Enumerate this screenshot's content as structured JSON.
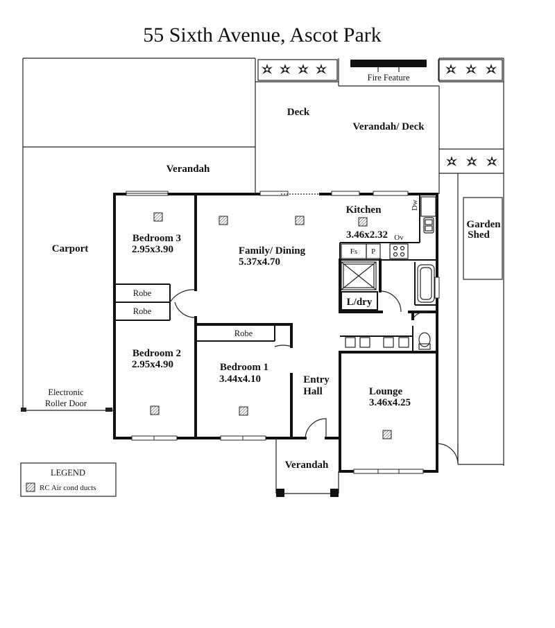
{
  "title": "55 Sixth Avenue,  Ascot Park",
  "areas": {
    "fire_feature": "Fire Feature",
    "deck": "Deck",
    "verandah_deck": "Verandah/ Deck",
    "verandah_top": "Verandah",
    "carport": "Carport",
    "garden_shed_1": "Garden",
    "garden_shed_2": "Shed",
    "electronic_1": "Electronic",
    "electronic_2": "Roller Door",
    "verandah_front": "Verandah"
  },
  "rooms": {
    "bedroom3": {
      "name": "Bedroom 3",
      "size": "2.95x3.90"
    },
    "family": {
      "name": "Family/ Dining",
      "size": "5.37x4.70"
    },
    "kitchen": {
      "name": "Kitchen",
      "size": "3.46x2.32"
    },
    "bedroom2": {
      "name": "Bedroom 2",
      "size": "2.95x4.90"
    },
    "bedroom1": {
      "name": "Bedroom 1",
      "size": "3.44x4.10"
    },
    "entry_1": "Entry",
    "entry_2": "Hall",
    "lounge": {
      "name": "Lounge",
      "size": "3.46x4.25"
    },
    "laundry": "L/dry",
    "robe_a": "Robe",
    "robe_b": "Robe",
    "robe_c": "Robe"
  },
  "fixtures": {
    "fs": "Fs",
    "p": "P",
    "ov": "Ov",
    "dw": "Dw"
  },
  "legend": {
    "title": "LEGEND",
    "item": "RC Air cond ducts"
  }
}
